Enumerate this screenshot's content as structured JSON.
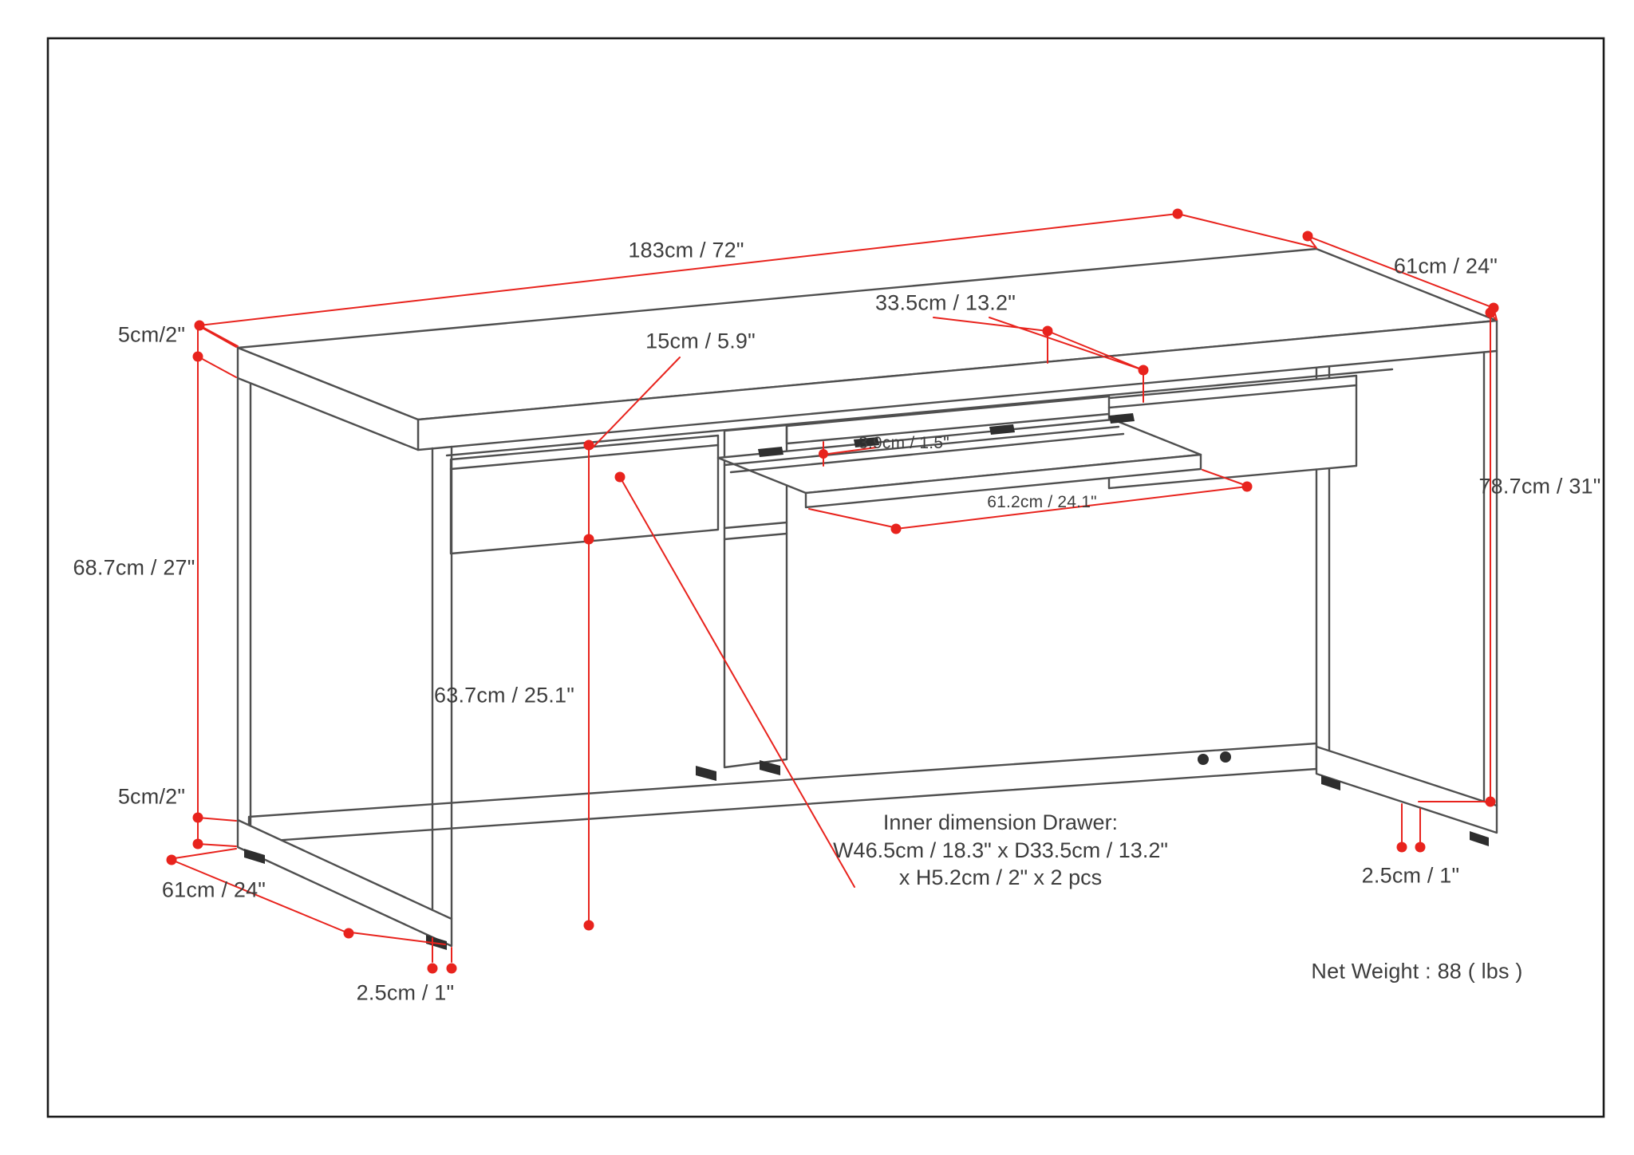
{
  "diagram": {
    "type": "furniture-dimension-drawing",
    "subject": "desk with two drawers and pull-out keyboard tray",
    "colors": {
      "annotation_red": "#e8231d",
      "drawing_line": "#4f4f4f",
      "text": "#3d3d3d",
      "background": "#ffffff",
      "border": "#1a1a1a"
    },
    "dimensions": {
      "top_width": "183cm / 72\"",
      "top_depth": "61cm / 24\"",
      "top_thickness": "5cm/2\"",
      "underside_height": "68.7cm / 27\"",
      "base_rail_height": "5cm/2\"",
      "base_depth": "61cm / 24\"",
      "left_leg_width": "2.5cm / 1\"",
      "drawer_clearance": "63.7cm / 25.1\"",
      "drawer_front_height": "15cm / 5.9\"",
      "drawer_depth": "33.5cm / 13.2\"",
      "tray_thickness": "3.9cm / 1.5\"",
      "tray_width": "61.2cm / 24.1\"",
      "overall_height": "78.7cm / 31\"",
      "right_leg_width": "2.5cm / 1\""
    },
    "notes": {
      "inner_drawer_line1": "Inner dimension Drawer:",
      "inner_drawer_line2": "W46.5cm / 18.3\" x D33.5cm / 13.2\"",
      "inner_drawer_line3": "x H5.2cm / 2\" x 2 pcs",
      "net_weight": "Net Weight : 88 ( lbs )"
    }
  }
}
